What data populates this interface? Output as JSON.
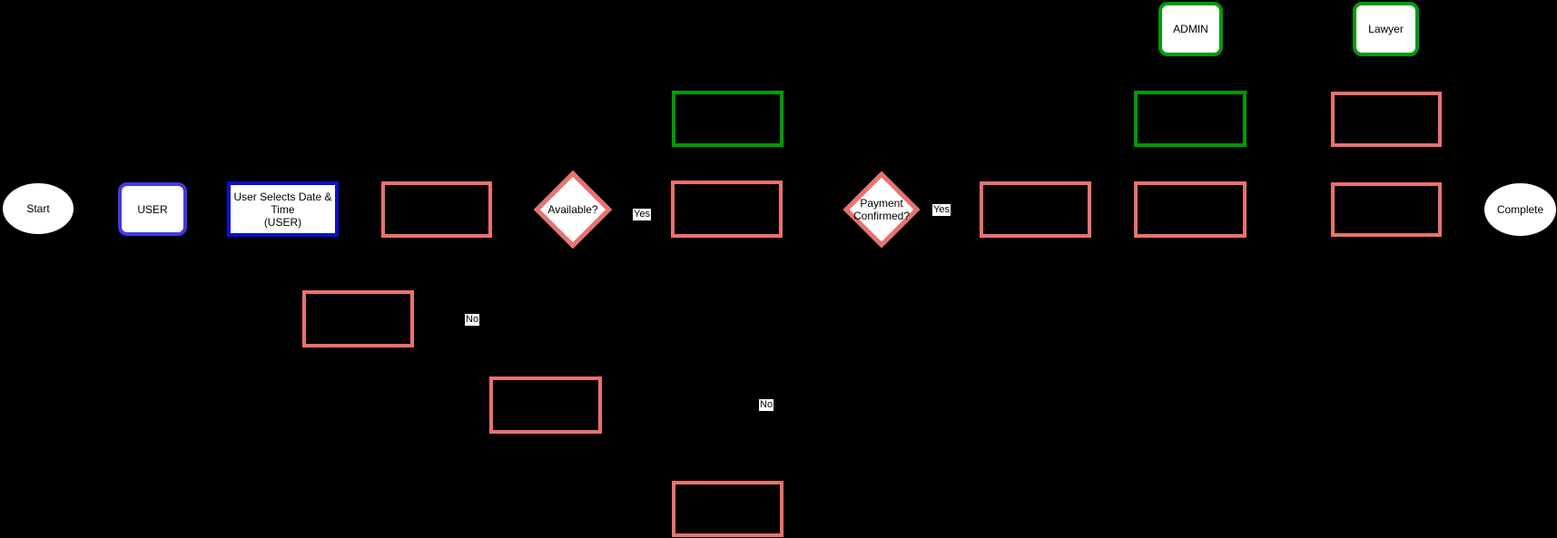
{
  "colors": {
    "salmon": "#e8736c",
    "green": "#009b06",
    "blue_violet": "#4438e8",
    "dark_blue": "#0a10cf",
    "shape_fill": "#ffffff",
    "background": "#000000"
  },
  "nodes": {
    "start": {
      "label": "Start",
      "shape": "ellipse"
    },
    "user_badge": {
      "label": "USER",
      "shape": "rounded-rect",
      "border": "blue_violet"
    },
    "user_selects": {
      "label": "User Selects Date &\nTime\n(USER)",
      "shape": "rect",
      "border": "dark_blue"
    },
    "available": {
      "label": "Available?",
      "shape": "diamond",
      "border": "salmon"
    },
    "payment": {
      "label": "Payment\nConfirmed?",
      "shape": "diamond",
      "border": "salmon"
    },
    "admin_badge": {
      "label": "ADMIN",
      "shape": "rounded-rect",
      "border": "green"
    },
    "lawyer_badge": {
      "label": "Lawyer",
      "shape": "rounded-rect",
      "border": "green"
    },
    "complete": {
      "label": "Complete",
      "shape": "ellipse"
    }
  },
  "edge_labels": {
    "available_yes": "Yes",
    "available_no": "No",
    "payment_yes": "Yes",
    "payment_no": "No"
  }
}
